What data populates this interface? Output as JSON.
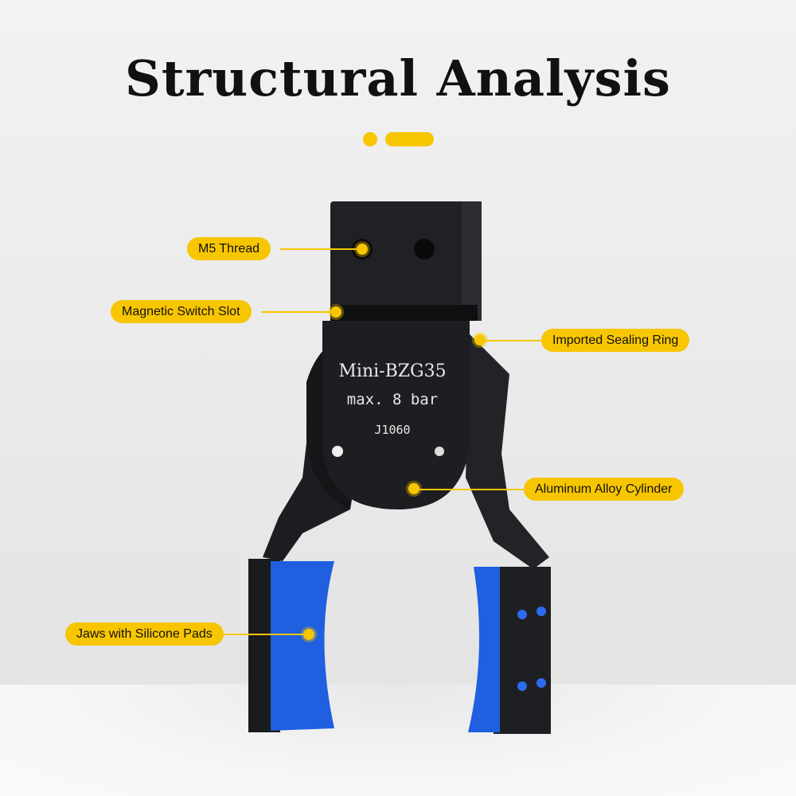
{
  "title": "Structural Analysis",
  "product_markings": {
    "model": "Mini-BZG35",
    "pressure": "max. 8 bar",
    "code": "J1060"
  },
  "callouts": [
    {
      "id": "m5",
      "label": "M5 Thread"
    },
    {
      "id": "slot",
      "label": "Magnetic Switch Slot"
    },
    {
      "id": "ring",
      "label": "Imported Sealing Ring"
    },
    {
      "id": "cyl",
      "label": "Aluminum Alloy Cylinder"
    },
    {
      "id": "jaws",
      "label": "Jaws with Silicone Pads"
    }
  ],
  "colors": {
    "accent": "#f7c600",
    "body": "#1c1d20",
    "pad": "#1f5fe0"
  }
}
